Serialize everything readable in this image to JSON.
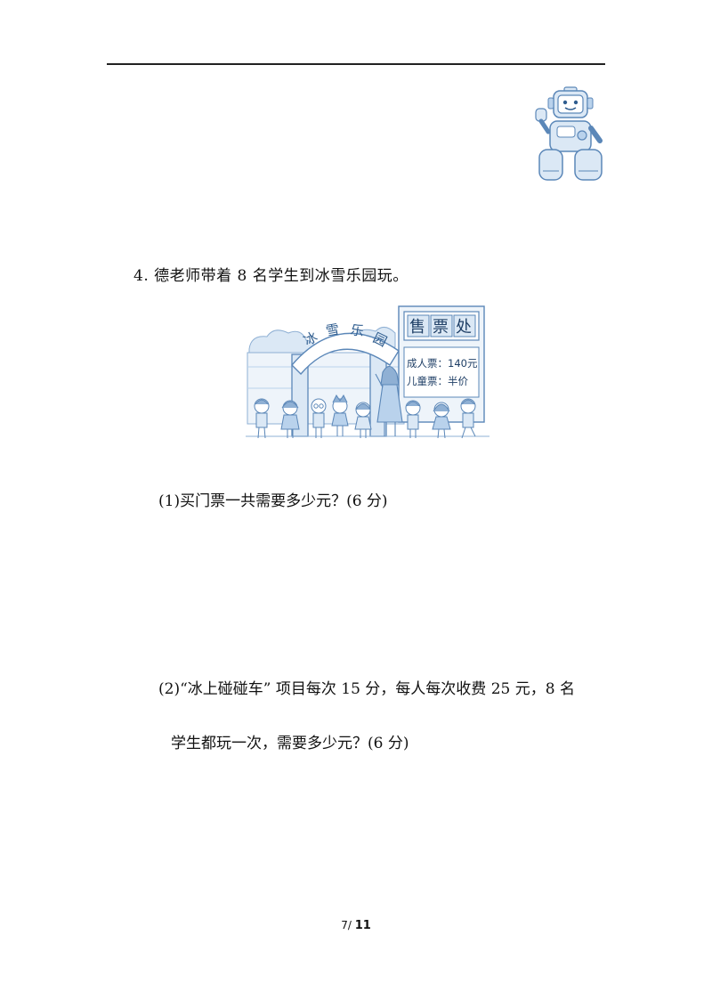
{
  "question": {
    "number": "4.",
    "text": "德老师带着 8 名学生到冰雪乐园玩。"
  },
  "illustration": {
    "gate_chars": [
      "冰",
      "雪",
      "乐",
      "园"
    ],
    "booth_sign_chars": [
      "售",
      "票",
      "处"
    ],
    "price_adult": "成人票：140元",
    "price_child": "儿童票：半价"
  },
  "subquestions": {
    "q1": "(1)买门票一共需要多少元？(6 分)",
    "q2_line1": "(2)“冰上碰碰车” 项目每次 15 分，每人每次收费 25 元，8 名",
    "q2_line2": "学生都玩一次，需要多少元？(6 分)"
  },
  "footer": {
    "page": "7/",
    "total": "11"
  },
  "colors": {
    "line_blue": "#5b87b8",
    "fill_blue": "#dbe8f5",
    "fill_light": "#eef4fa"
  }
}
